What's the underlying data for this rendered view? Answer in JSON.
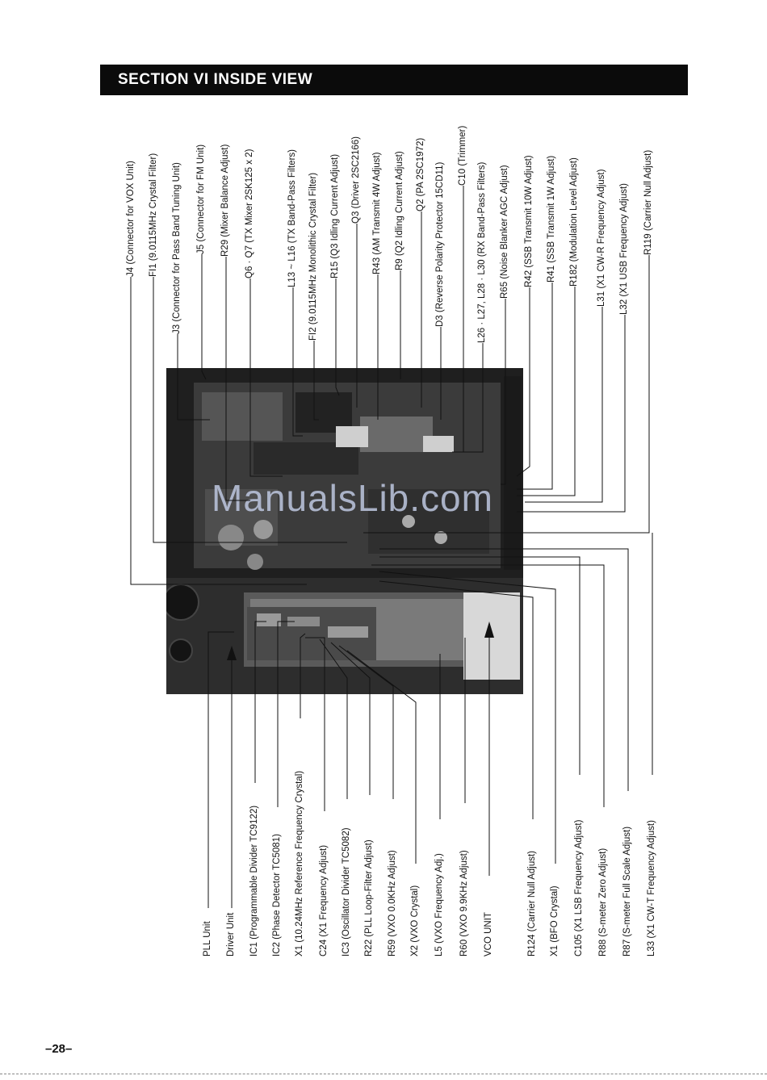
{
  "section_title": "SECTION  VI  INSIDE  VIEW",
  "top_labels": [
    "J4 (Connector for VOX Unit)",
    "FI1 (9.0115MHz Crystal Filter)",
    "J3 (Connector for Pass Band Tuning Unit)",
    "J5 (Connector for FM Unit)",
    "R29 (Mixer Balance Adjust)",
    "Q6 · Q7 (TX Mixer 2SK125 x 2)",
    "L13 ~ L16 (TX Band-Pass Filters)",
    "FI2 (9.0115MHz Monolithic Crystal Filter)",
    "R15 (Q3 Idling Current Adjust)",
    "Q3 (Driver 2SC2166)",
    "R43 (AM Transmit 4W Adjust)",
    "R9 (Q2 Idling Current Adjust)",
    "Q2 (PA 2SC1972)",
    "D3 (Reverse Polarity Protector 15CD11)",
    "C10 (Trimmer)",
    "L26 · L27, L28 · L30 (RX Band-Pass Filters)",
    "R65 (Noise Blanker AGC Adjust)",
    "R42 (SSB Transmit 10W Adjust)",
    "R41 (SSB Transmit 1W Adjust)",
    "R182 (Modulation Level Adjust)",
    "L31 (X1 CW-R Frequency Adjust)",
    "L32 (X1 USB Frequency Adjust)",
    "R119 (Carrier Null Adjust)"
  ],
  "bottom_labels": [
    "PLL Unit",
    "Driver Unit",
    "IC1 (Programmable Divider TC9122)",
    "IC2 (Phase Detector TC5081)",
    "X1 (10.24MHz Reference Frequency Crystal)",
    "C24 (X1 Frequency Adjust)",
    "IC3 (Oscillator Divider TC5082)",
    "R22 (PLL Loop-Filter Adjust)",
    "R59 (VXO 0.0KHz Adjust)",
    "X2 (VXO Crystal)",
    "L5 (VXO Frequency Adj.)",
    "R60 (VXO 9.9KHz Adjust)",
    "VCO  UNIT",
    "R124 (Carrier Null Adjust)",
    "X1 (BFO Crystal)",
    "C105 (X1 LSB Frequency Adjust)",
    "R88 (S-meter Zero Adjust)",
    "R87 (S-meter Full Scale Adjust)",
    "L33 (X1 CW-T Frequency Adjust)"
  ],
  "page_number": "–28–",
  "watermark": "ManualsLib.com"
}
